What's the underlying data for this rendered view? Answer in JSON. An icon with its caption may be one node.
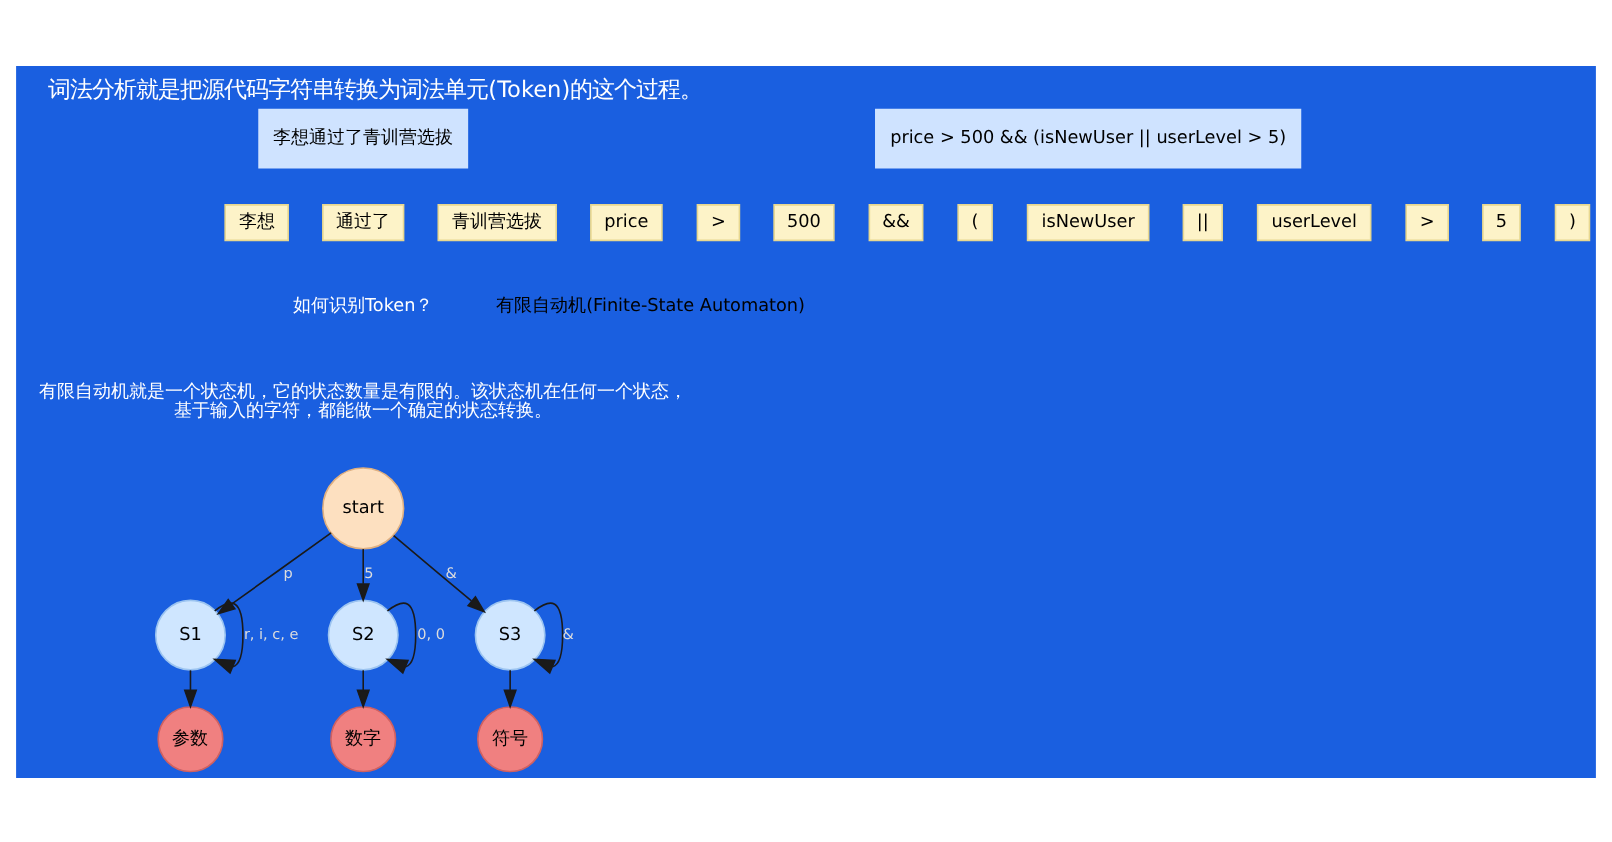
{
  "diagram": {
    "title": "词法分析就是把源代码字符串转换为词法单元(Token)的这个过程。",
    "nodes": [
      {
        "text": [
          "李想通过了青训营选拔"
        ]
      },
      {
        "text": [
          "price > 500 && (isNewUser || userLevel > 5)"
        ]
      },
      {
        "text": [
          "李想"
        ]
      },
      {
        "text": [
          "通过了"
        ]
      },
      {
        "text": [
          "青训营选拔"
        ]
      },
      {
        "text": [
          "price"
        ]
      },
      {
        "text": [
          ">"
        ]
      },
      {
        "text": [
          "500"
        ]
      },
      {
        "text": [
          "&&"
        ]
      },
      {
        "text": [
          "("
        ]
      },
      {
        "text": [
          "isNewUser"
        ]
      },
      {
        "text": [
          "||"
        ]
      },
      {
        "text": [
          "userLevel"
        ]
      },
      {
        "text": [
          ">"
        ]
      },
      {
        "text": [
          "5"
        ]
      },
      {
        "text": [
          ")"
        ]
      },
      {
        "text": [
          "start"
        ]
      },
      {
        "text": [
          "S1"
        ]
      },
      {
        "text": [
          "S2"
        ]
      },
      {
        "text": [
          "S3"
        ]
      },
      {
        "text": [
          "参数"
        ]
      },
      {
        "text": [
          "数字"
        ]
      },
      {
        "text": [
          "符号"
        ]
      }
    ],
    "edges": [
      {
        "from": 16,
        "to": 17,
        "arrow": "to",
        "label": "p"
      },
      {
        "from": 16,
        "to": 18,
        "arrow": "to",
        "label": "5"
      },
      {
        "from": 16,
        "to": 19,
        "arrow": "to",
        "label": "&"
      },
      {
        "from": 17,
        "to": 17,
        "arrow": "to",
        "label": "r, i, c, e"
      },
      {
        "from": 18,
        "to": 18,
        "arrow": "to",
        "label": "0, 0"
      },
      {
        "from": 19,
        "to": 19,
        "arrow": "to",
        "label": "&"
      },
      {
        "from": 17,
        "to": 20,
        "arrow": "to"
      },
      {
        "from": 18,
        "to": 21,
        "arrow": "to"
      },
      {
        "from": 19,
        "to": 22,
        "arrow": "to"
      }
    ],
    "labels": [
      "如何识别Token？",
      "有限自动机(Finite-State Automaton)",
      "有限自动机就是一个状态机，它的状态数量是有限的。该状态机在任何一个状态，基于输入的字符，都能做一个确定的状态转换。"
    ]
  }
}
